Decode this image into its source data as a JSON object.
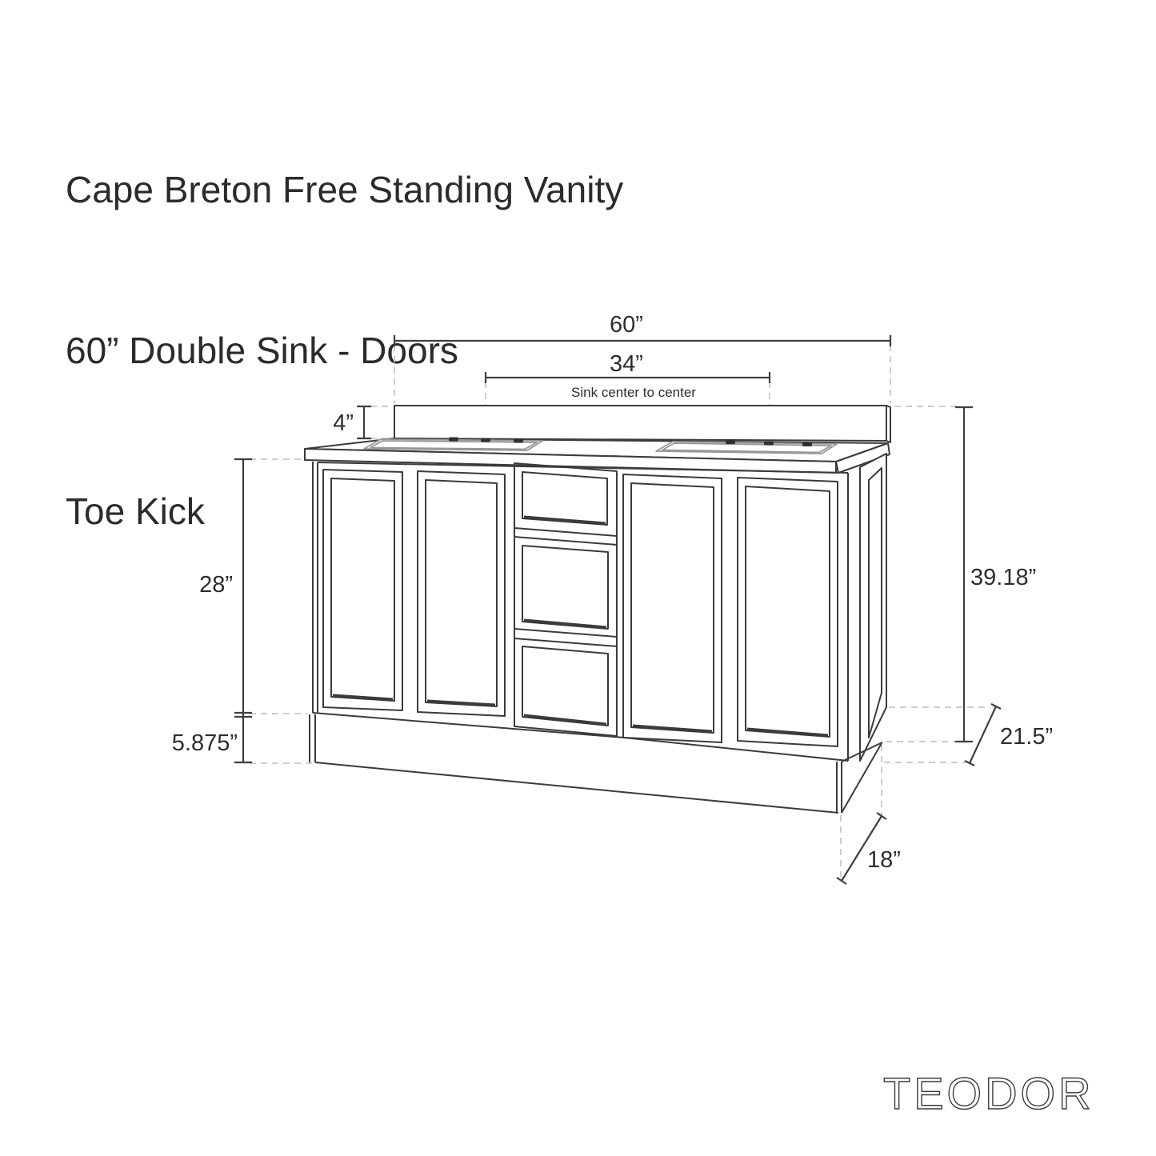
{
  "title": {
    "line1": "Cape Breton Free Standing Vanity",
    "line2": "60” Double Sink - Doors",
    "line3": "Toe Kick"
  },
  "dimensions": {
    "overall_width": "60”",
    "sink_center_to_center": "34”",
    "sink_center_note": "Sink center to center",
    "backsplash_height": "4”",
    "cabinet_door_height": "28”",
    "toe_kick_height": "5.875”",
    "overall_height": "39.18”",
    "overall_depth": "21.5”",
    "toe_kick_depth": "18”"
  },
  "brand": {
    "name": "TEODOR"
  },
  "colors": {
    "object_line": "#3b3b3b",
    "dimension_line": "#3f3f3f",
    "extension_dash": "#c8c8c8",
    "text": "#2d2d2d",
    "background": "#ffffff"
  }
}
